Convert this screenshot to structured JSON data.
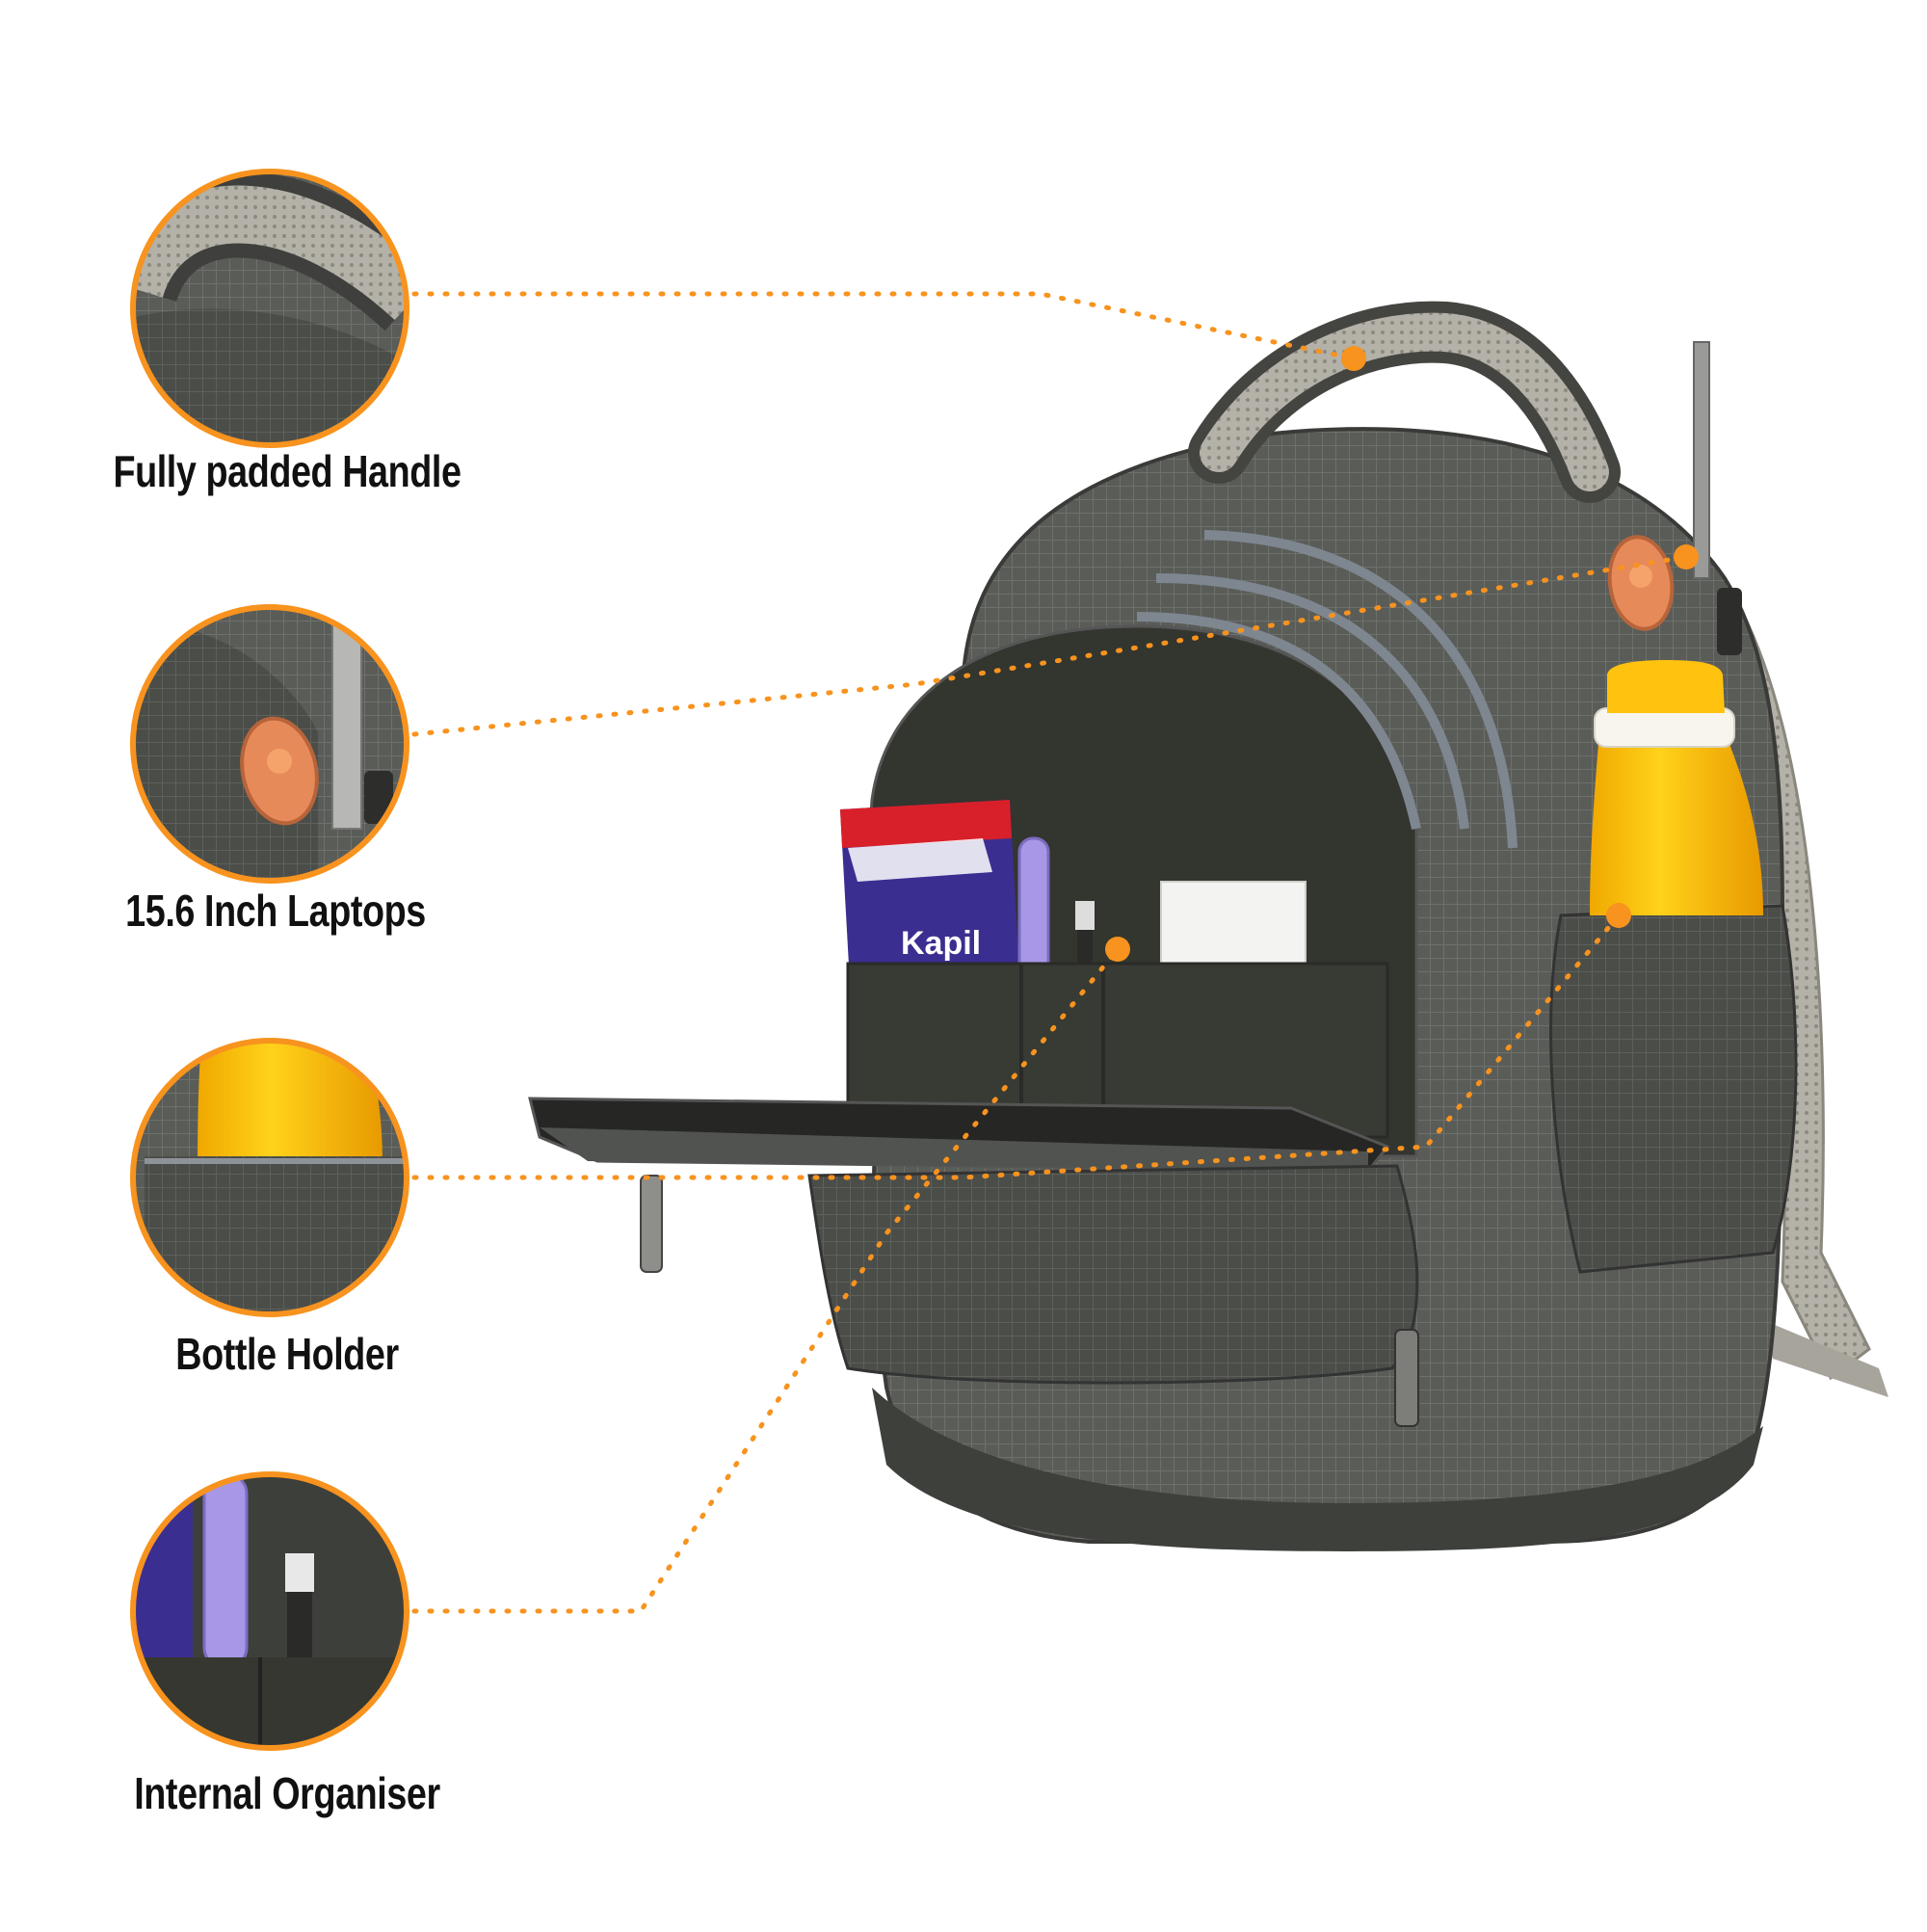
{
  "accent_color": "#f7931e",
  "features": [
    {
      "label": "Fully padded Handle",
      "icon": "handle-zoom"
    },
    {
      "label": "15.6 Inch Laptops",
      "icon": "laptop-compartment-zoom"
    },
    {
      "label": "Bottle Holder",
      "icon": "bottle-holder-zoom"
    },
    {
      "label": "Internal Organiser",
      "icon": "internal-organiser-zoom"
    }
  ],
  "book_text": "Kapil"
}
